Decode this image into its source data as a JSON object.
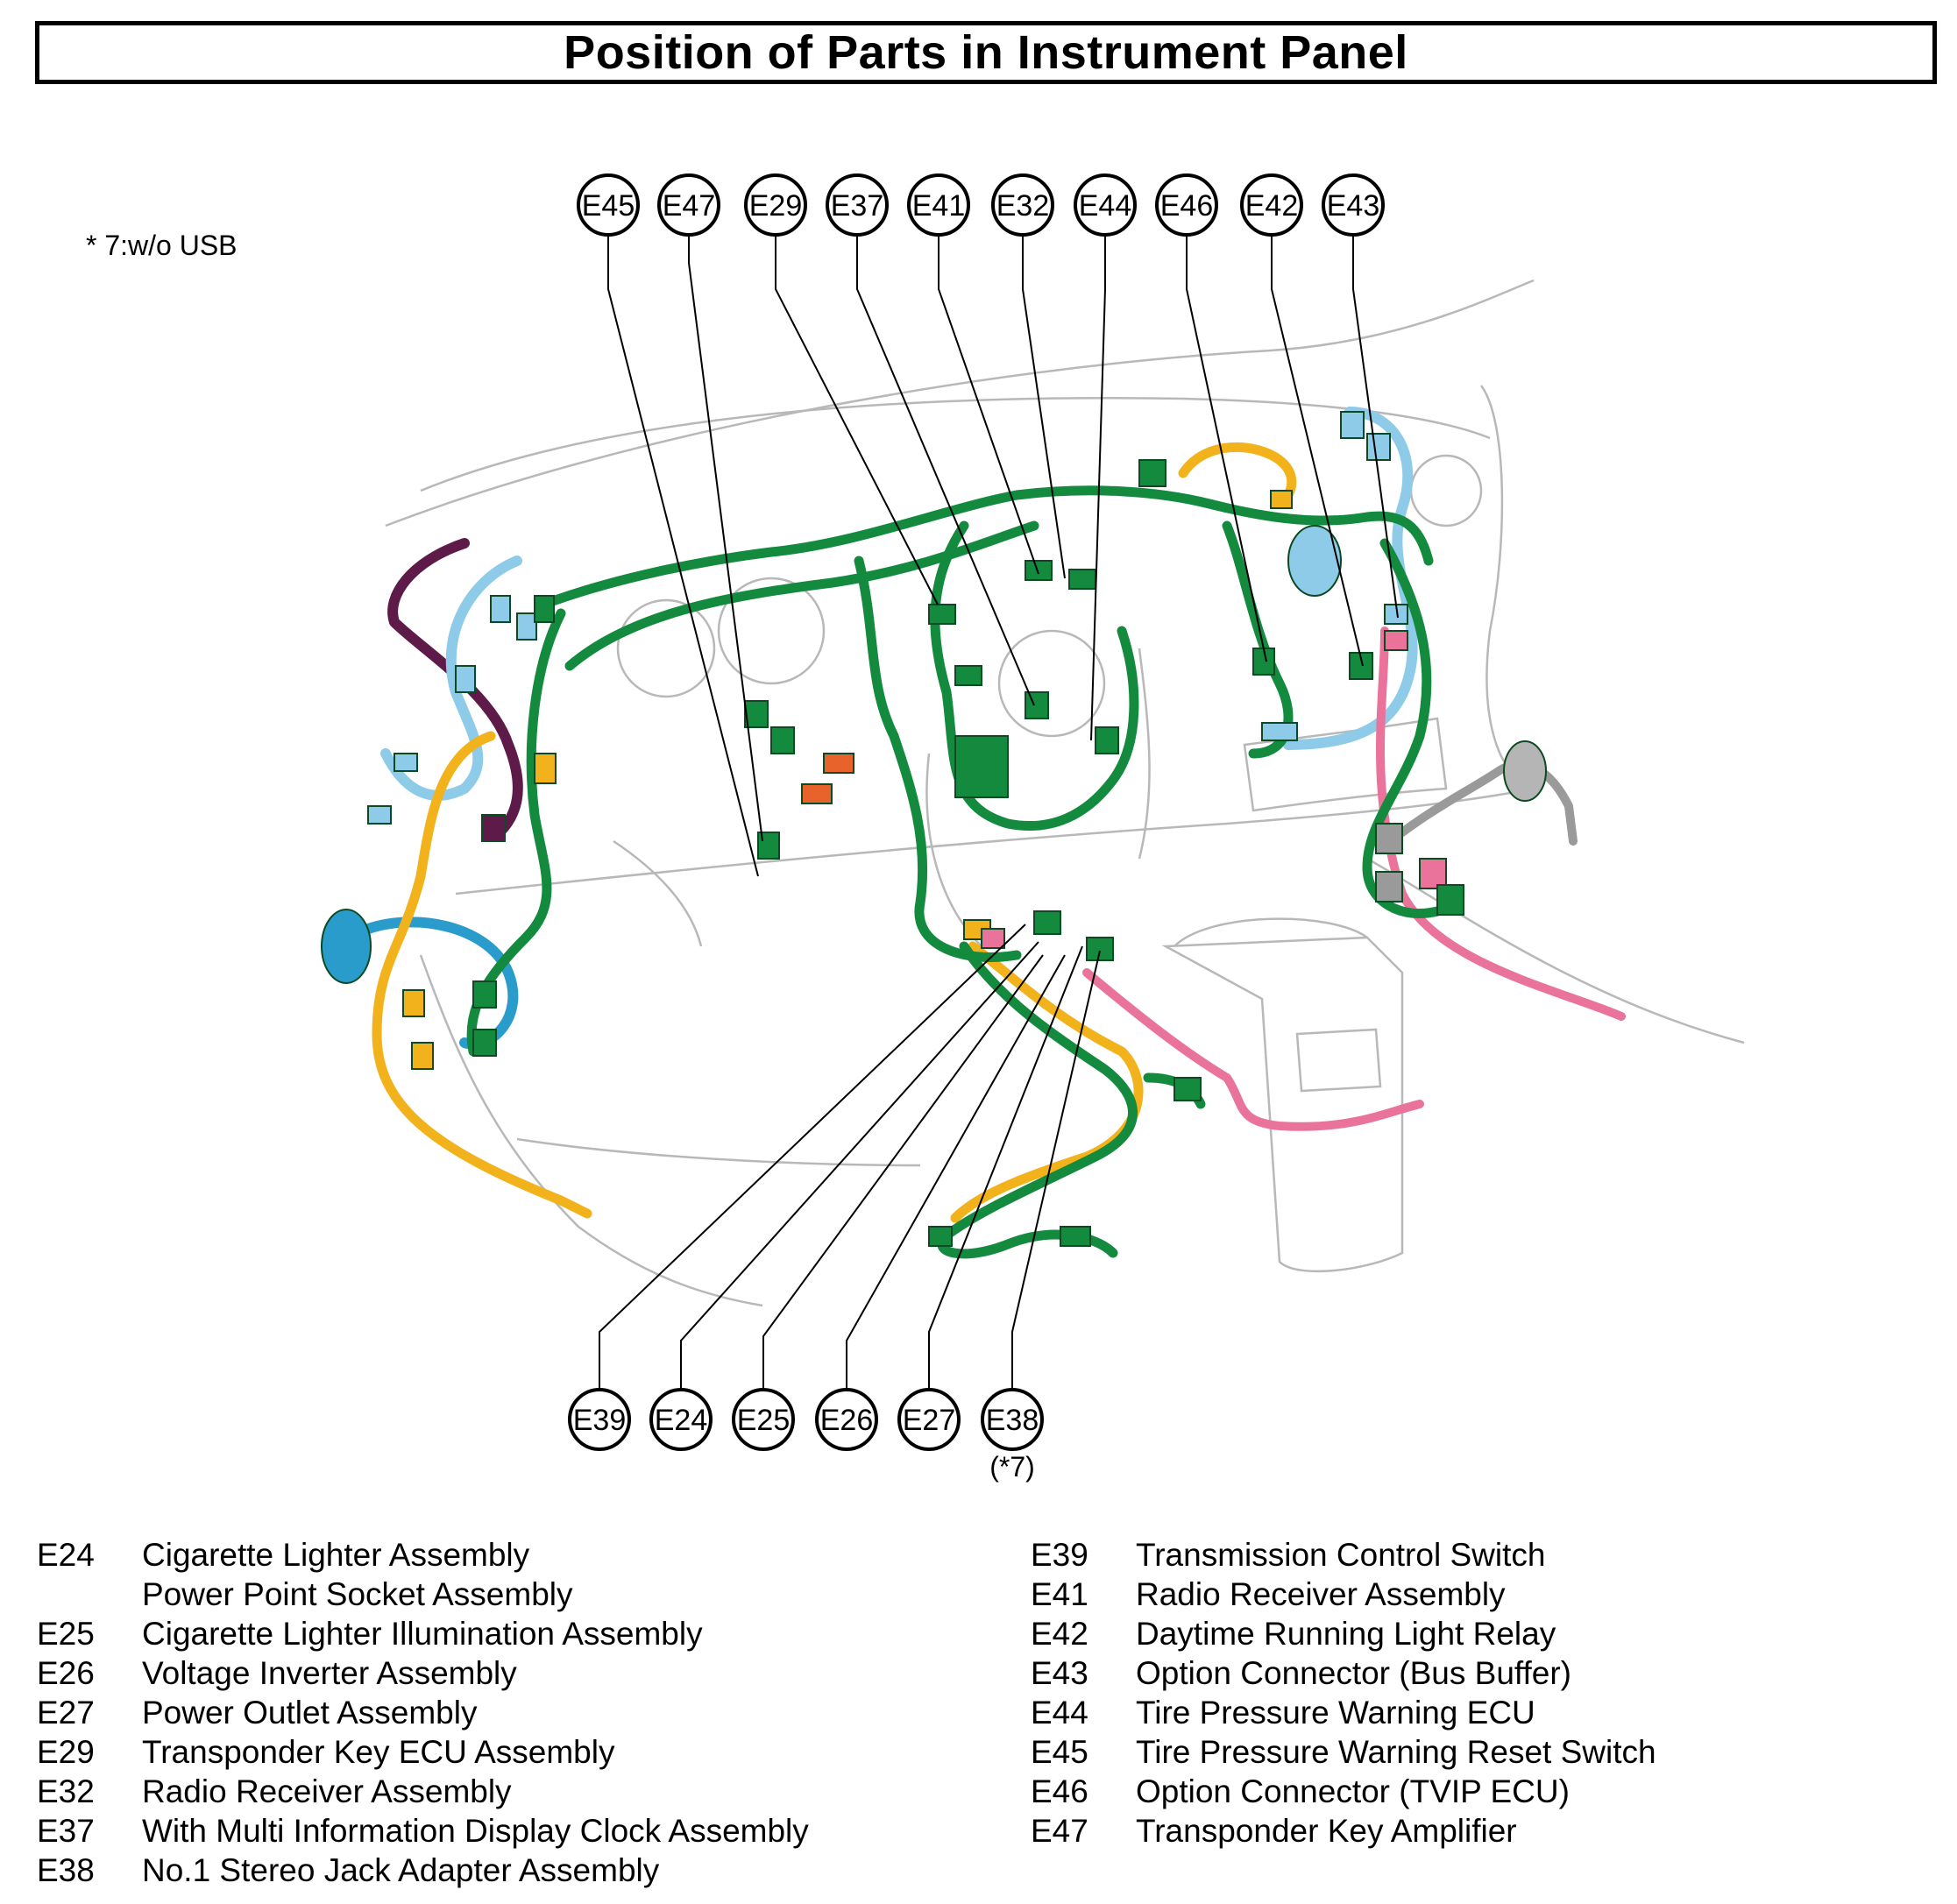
{
  "title": "Position of Parts in Instrument Panel",
  "note": "* 7:w/o USB",
  "callouts_top": [
    "E45",
    "E47",
    "E29",
    "E37",
    "E41",
    "E32",
    "E44",
    "E46",
    "E42",
    "E43"
  ],
  "callouts_bottom": [
    "E39",
    "E24",
    "E25",
    "E26",
    "E27",
    "E38"
  ],
  "callout_note_e38": "(*7)",
  "legend_left": [
    {
      "code": "E24",
      "desc": "Cigarette Lighter Assembly"
    },
    {
      "code": "",
      "desc": "Power Point Socket Assembly"
    },
    {
      "code": "E25",
      "desc": "Cigarette Lighter Illumination Assembly"
    },
    {
      "code": "E26",
      "desc": "Voltage Inverter Assembly"
    },
    {
      "code": "E27",
      "desc": "Power Outlet Assembly"
    },
    {
      "code": "E29",
      "desc": "Transponder Key ECU Assembly"
    },
    {
      "code": "E32",
      "desc": "Radio Receiver Assembly"
    },
    {
      "code": "E37",
      "desc": "With Multi Information Display Clock Assembly"
    },
    {
      "code": "E38",
      "desc": "No.1 Stereo Jack Adapter Assembly"
    }
  ],
  "legend_right": [
    {
      "code": "E39",
      "desc": "Transmission Control Switch"
    },
    {
      "code": "E41",
      "desc": "Radio Receiver Assembly"
    },
    {
      "code": "E42",
      "desc": "Daytime Running Light Relay"
    },
    {
      "code": "E43",
      "desc": "Option Connector (Bus Buffer)"
    },
    {
      "code": "E44",
      "desc": "Tire Pressure Warning ECU"
    },
    {
      "code": "E45",
      "desc": "Tire Pressure Warning Reset Switch"
    },
    {
      "code": "E46",
      "desc": "Option Connector (TVIP ECU)"
    },
    {
      "code": "E47",
      "desc": "Transponder Key Amplifier"
    }
  ],
  "colors": {
    "harness_main": "#138a3e",
    "harness_blue": "#8ecbe8",
    "harness_yellow": "#f2b21b",
    "harness_pink": "#e9739b",
    "harness_purple": "#5e1a48",
    "connector_orange": "#e8632b",
    "outline": "#b8b8b8"
  }
}
